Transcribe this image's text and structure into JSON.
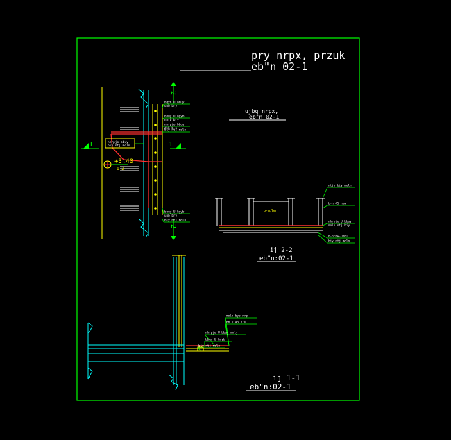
{
  "colors": {
    "background": "#000000",
    "frame": "#00ff00",
    "title_text": "#ffffff",
    "label_text": "#ffffff",
    "leader_line": "#00ff00",
    "steel_line": "#ffff00",
    "wall_line": "#00ffff",
    "beam_line": "#ff3030",
    "note_box": "#ffff00"
  },
  "sheet": {
    "title_line1": "pry nrpx, przuk",
    "title_line2": "eb\"n 02-1"
  },
  "detail_top": {
    "title_line1": "ujbq nrpx,",
    "title_line2": "eb\"n 02-1"
  },
  "section_marks": {
    "mark_1": "1",
    "mark_2": "2"
  },
  "elevation": {
    "level_label": "+3.40",
    "level_sub": "1-2"
  },
  "section_22": {
    "title_line1": "ij 2-2",
    "title_line2": "eb\"n:02-1",
    "center_label": "b-n/bw"
  },
  "section_11": {
    "title_line1": "ij 1-1",
    "title_line2": "eb\"n:02-1"
  },
  "note_box": {
    "line1": "nhrpjo bbuy",
    "line2": "biy ntj moln"
  },
  "elevation_callouts": [
    {
      "line1": "hgyb U bbuy",
      "line2": "ubb bry"
    },
    {
      "line1": "bbuy U hgyb",
      "line2": "nhrb bry"
    },
    {
      "line1": "nhrpjo bbuy",
      "line2": "dyb-b-n"
    },
    {
      "line1": "biy ntj moln",
      "line2": ""
    },
    {
      "line1": "bbuy U hgyb",
      "line2": "ubb bry"
    },
    {
      "line1": "biy ntj moln",
      "line2": ""
    }
  ],
  "section22_callouts": [
    {
      "line1": "ntjy biy moln",
      "line2": ""
    },
    {
      "line1": "b-n 45 nbw",
      "line2": ""
    },
    {
      "line1": "nhrpjo U bbuy",
      "line2": "moln ntj biy"
    },
    {
      "line1": "b-n/bw-Ubbl",
      "line2": ""
    },
    {
      "line1": "biy ntj moln",
      "line2": ""
    }
  ],
  "section11_callouts": [
    {
      "line1": "moln byb nrp",
      "line2": ""
    },
    {
      "line1": "bb U 45 n'u",
      "line2": ""
    },
    {
      "line1": "nhrpjo U bbuy mnly",
      "line2": ""
    },
    {
      "line1": "bbuy U hgyb",
      "line2": ""
    },
    {
      "line1": "biy ntj moln",
      "line2": ""
    }
  ]
}
